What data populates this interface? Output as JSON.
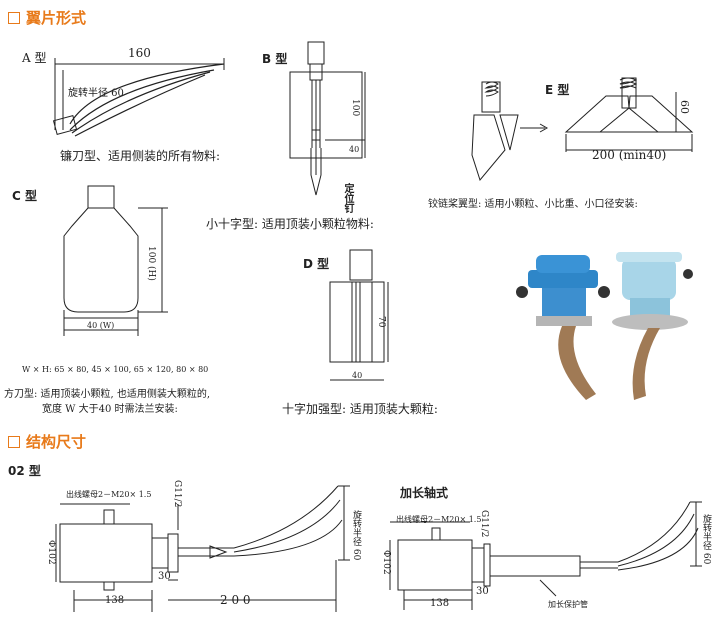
{
  "sections": {
    "blade_forms": "翼片形式",
    "structure_dims": "结构尺寸"
  },
  "type_a": {
    "label": "A 型",
    "dim_length": "160",
    "radius": "旋转半径 60",
    "caption": "镰刀型、适用侧装的所有物料:"
  },
  "type_b": {
    "label": "B 型",
    "dim_100": "100",
    "dim_40": "40",
    "pin": "定位钉",
    "caption": "小十字型: 适用顶装小颗粒物料:"
  },
  "type_e": {
    "label": "E 型",
    "dim_60": "60",
    "dim_200": "200 (min40)",
    "caption": "铰链桨翼型: 适用小颗粒、小比重、小口径安装:"
  },
  "type_c": {
    "label": "C 型",
    "dim_h": "100 (H)",
    "dim_w": "40 (W)",
    "sizes": "W × H: 65 × 80, 45 × 100, 65 × 120, 80 × 80",
    "caption_1": "方刀型: 适用顶装小颗粒, 也适用侧装大颗粒的,",
    "caption_2": "宽度 W 大于40 时需法兰安装:"
  },
  "type_d": {
    "label": "D 型",
    "dim_70": "70",
    "dim_40": "40",
    "caption": "十字加强型: 适用顶装大颗粒:"
  },
  "structure_02": {
    "label": "02 型",
    "outlet": "出线螺母2－M20× 1.5",
    "thread": "G11/2",
    "radius": "旋转半径 60",
    "phi": "Φ102",
    "dim_138": "138",
    "dim_30": "30",
    "dim_200": "2 0 0"
  },
  "structure_ext": {
    "label": "加长轴式",
    "outlet": "出线螺母2－M20× 1.5",
    "thread": "G11/2",
    "radius": "旋转半径 60",
    "phi": "Φ102",
    "dim_138": "138",
    "dim_30": "30",
    "tube": "加长保护管"
  }
}
